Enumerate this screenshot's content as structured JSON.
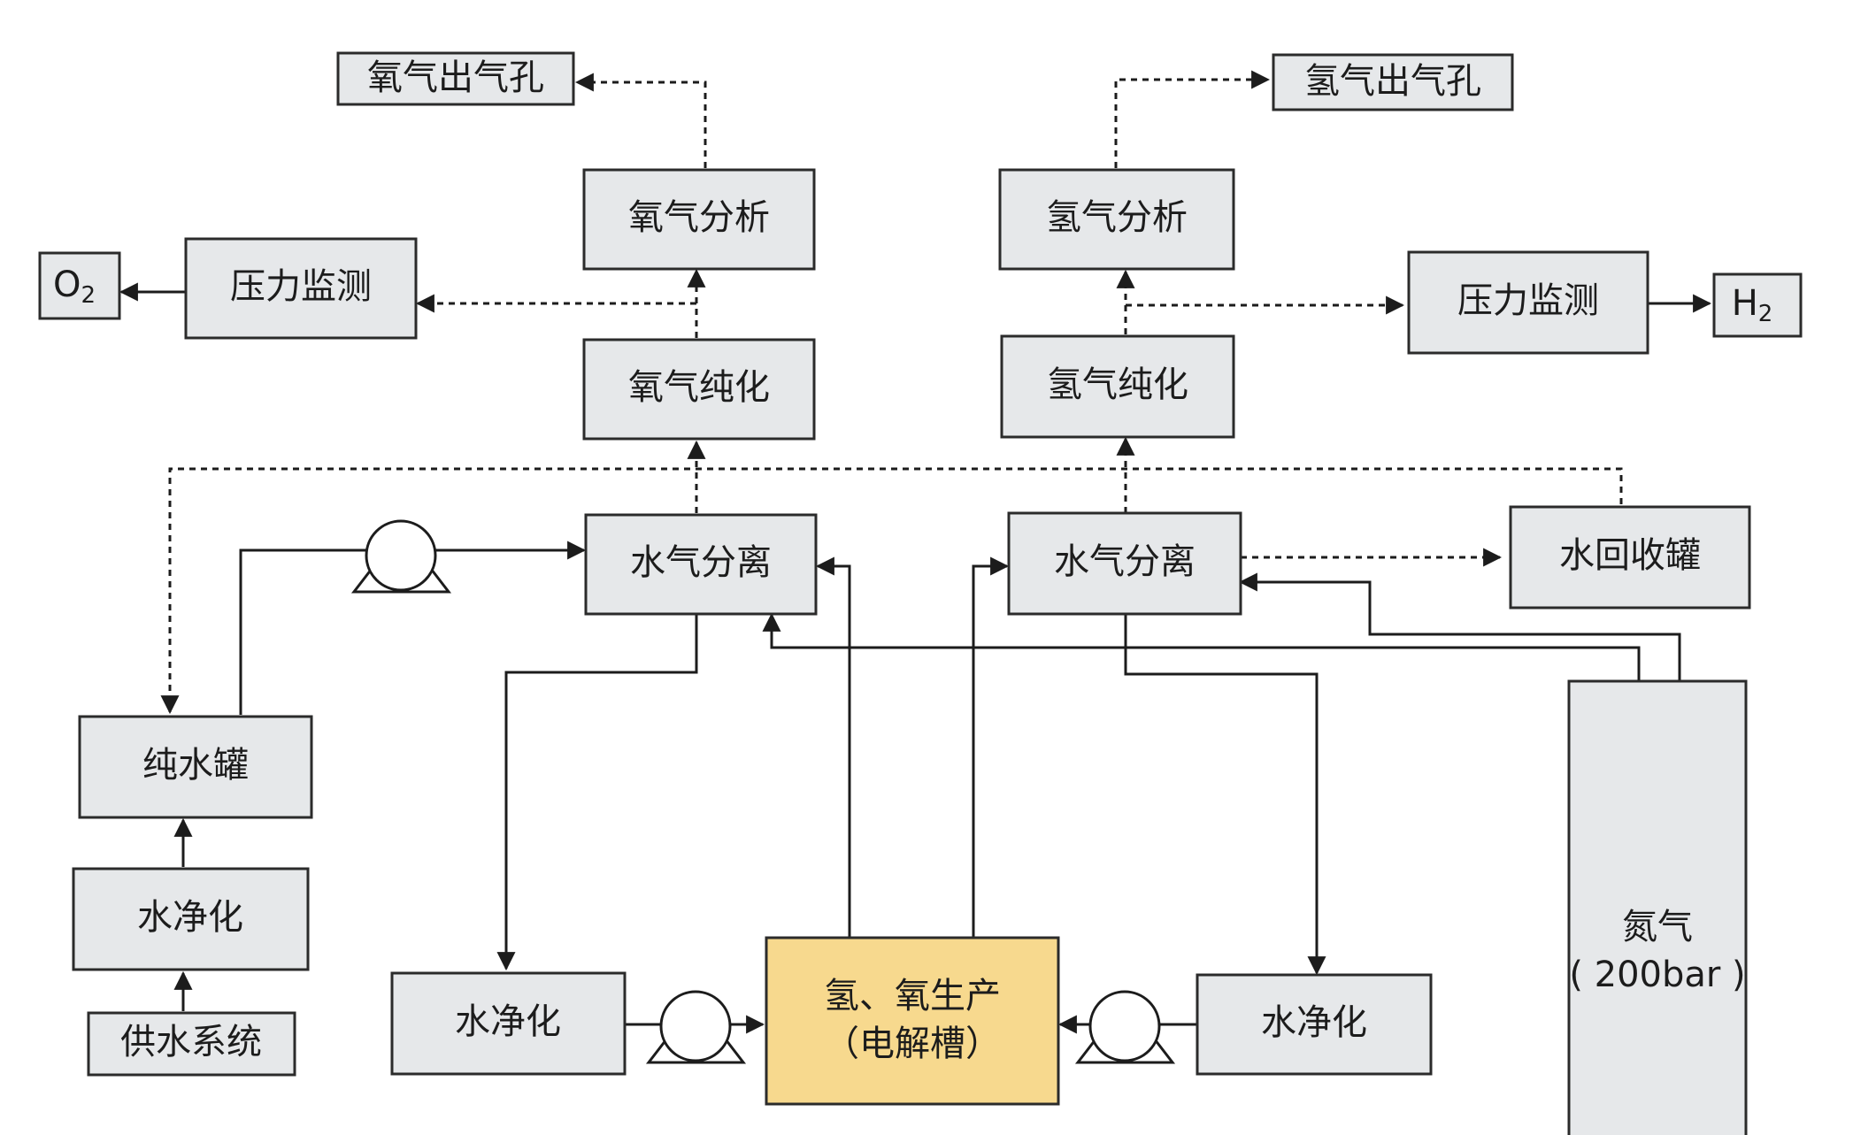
{
  "nodes": {
    "o2_outlet": "氧气出气孔",
    "h2_outlet": "氢气出气孔",
    "o2_analysis": "氧气分析",
    "h2_analysis": "氢气分析",
    "o2_pressure": "压力监测",
    "h2_pressure": "压力监测",
    "o2_product": {
      "main": "O",
      "sub": "2"
    },
    "h2_product": {
      "main": "H",
      "sub": "2"
    },
    "o2_purification": "氧气纯化",
    "h2_purification": "氢气纯化",
    "o2_separator": "水气分离",
    "h2_separator": "水气分离",
    "water_recovery_tank": "水回收罐",
    "pure_water_tank": "纯水罐",
    "water_purification_left": "水净化",
    "water_supply": "供水系统",
    "water_purification_mid": "水净化",
    "electrolyzer": {
      "line1": "氢、氧生产",
      "line2": "（电解槽）"
    },
    "water_purification_right": "水净化",
    "nitrogen": {
      "line1": "氮气",
      "line2": "( 200bar )"
    }
  },
  "colors": {
    "box_fill": "#e6e8ea",
    "electrolyzer_fill": "#f7d98e",
    "line": "#1c1c1c"
  }
}
